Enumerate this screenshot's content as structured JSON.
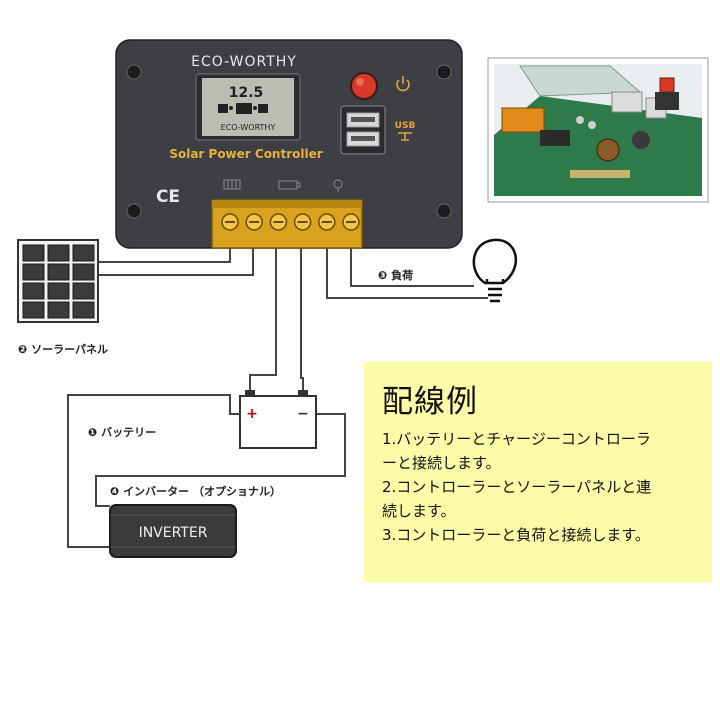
{
  "controller": {
    "brand": "ECO-WORTHY",
    "lcd_value": "12.5",
    "lcd_brand": "ECO-WORTHY",
    "title": "Solar Power Controller",
    "ce_mark": "CE",
    "usb_label": "USB",
    "terminal_count": 6
  },
  "labels": {
    "battery": "❶ バッテリー",
    "solar_panel": "❷ ソーラーパネル",
    "load": "❸ 負荷",
    "inverter": "❹ インバーター （オプショナル）",
    "inverter_box": "INVERTER",
    "battery_plus": "+",
    "battery_minus": "−"
  },
  "note": {
    "title": "配線例",
    "lines": [
      "1.バッテリーとチャージーコントローラ",
      "ーと接続します。",
      "2.コントローラーとソーラーパネルと連",
      "続します。",
      "3.コントローラーと負荷と接続します。"
    ]
  },
  "colors": {
    "controller_body": "#3d3f44",
    "terminal_block": "#d9a21c",
    "power_button": "#d83a2a",
    "note_background": "#fdfaa8",
    "wire": "#444444"
  }
}
